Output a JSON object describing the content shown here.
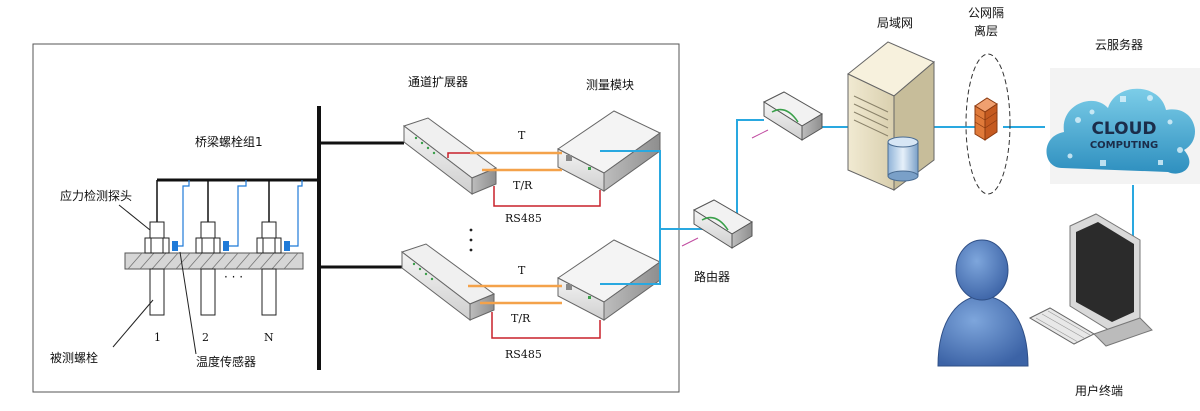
{
  "labels": {
    "bolt_group": "桥梁螺栓组1",
    "stress_probe": "应力检测探头",
    "bolt_measured": "被测螺栓",
    "temp_sensor": "温度传感器",
    "bolt_1": "1",
    "bolt_2": "2",
    "bolt_n": "N",
    "bolt_dots": "· · ·",
    "channel_expander": "通道扩展器",
    "measure_module": "测量模块",
    "wire_t": "T",
    "wire_tr": "T/R",
    "wire_rs485": "RS485",
    "router": "路由器",
    "lan": "局域网",
    "isolation_1": "公网隔",
    "isolation_2": "离层",
    "cloud_server": "云服务器",
    "cloud_word1": "CLOUD",
    "cloud_word2": "COMPUTING",
    "user_terminal": "用户终端"
  },
  "icons": [
    "switch-icon",
    "measurement-box-icon",
    "router-icon",
    "server-tower-icon",
    "firewall-icon",
    "cloud-computing-icon",
    "user-person-icon",
    "monitor-icon",
    "keyboard-icon"
  ],
  "colors": {
    "network_line": "#29a8e0",
    "wire_orange": "#f4a24a",
    "wire_red": "#c8202a",
    "bus_black": "#111111",
    "sensor_blue": "#1f7ad8",
    "person_blue": "#4a76b8"
  }
}
